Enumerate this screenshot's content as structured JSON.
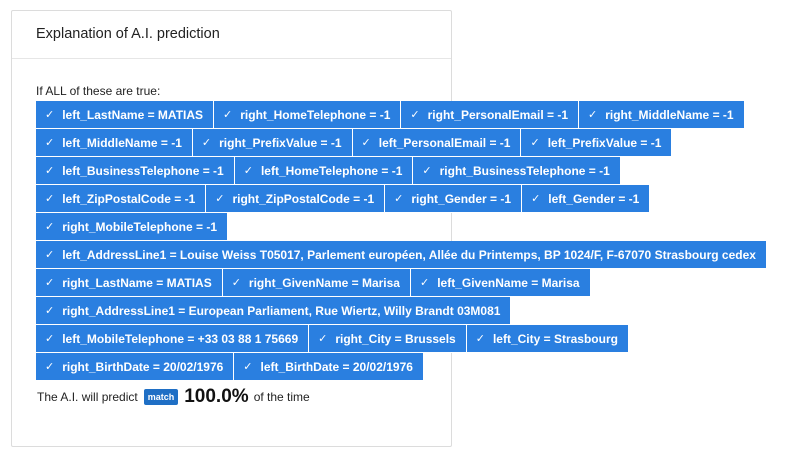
{
  "panel": {
    "title": "Explanation of A.I. prediction",
    "intro": "If ALL of these are true:",
    "check_glyph": "✓",
    "rows": [
      [
        "left_LastName = MATIAS",
        "right_HomeTelephone = -1",
        "right_PersonalEmail = -1",
        "right_MiddleName = -1"
      ],
      [
        "left_MiddleName = -1",
        "right_PrefixValue = -1",
        "left_PersonalEmail = -1",
        "left_PrefixValue = -1"
      ],
      [
        "left_BusinessTelephone = -1",
        "left_HomeTelephone = -1",
        "right_BusinessTelephone = -1"
      ],
      [
        "left_ZipPostalCode = -1",
        "right_ZipPostalCode = -1",
        "right_Gender = -1",
        "left_Gender = -1"
      ],
      [
        "right_MobileTelephone = -1"
      ],
      [
        "left_AddressLine1 = Louise Weiss T05017, Parlement européen, Allée du Printemps, BP 1024/F, F-67070 Strasbourg cedex"
      ],
      [
        "right_LastName = MATIAS",
        "right_GivenName = Marisa",
        "left_GivenName = Marisa"
      ],
      [
        "right_AddressLine1 = European Parliament, Rue Wiertz, Willy Brandt 03M081"
      ],
      [
        "left_MobileTelephone = +33 03 88 1 75669",
        "right_City = Brussels",
        "left_City = Strasbourg"
      ],
      [
        "right_BirthDate = 20/02/1976",
        "left_BirthDate = 20/02/1976"
      ]
    ],
    "footer": {
      "prefix": "The A.I. will predict",
      "badge": "match",
      "percent": "100.0%",
      "suffix": "of the time"
    }
  },
  "colors": {
    "chip_background": "#2a7fe0",
    "badge_background": "#1f6fc5"
  }
}
